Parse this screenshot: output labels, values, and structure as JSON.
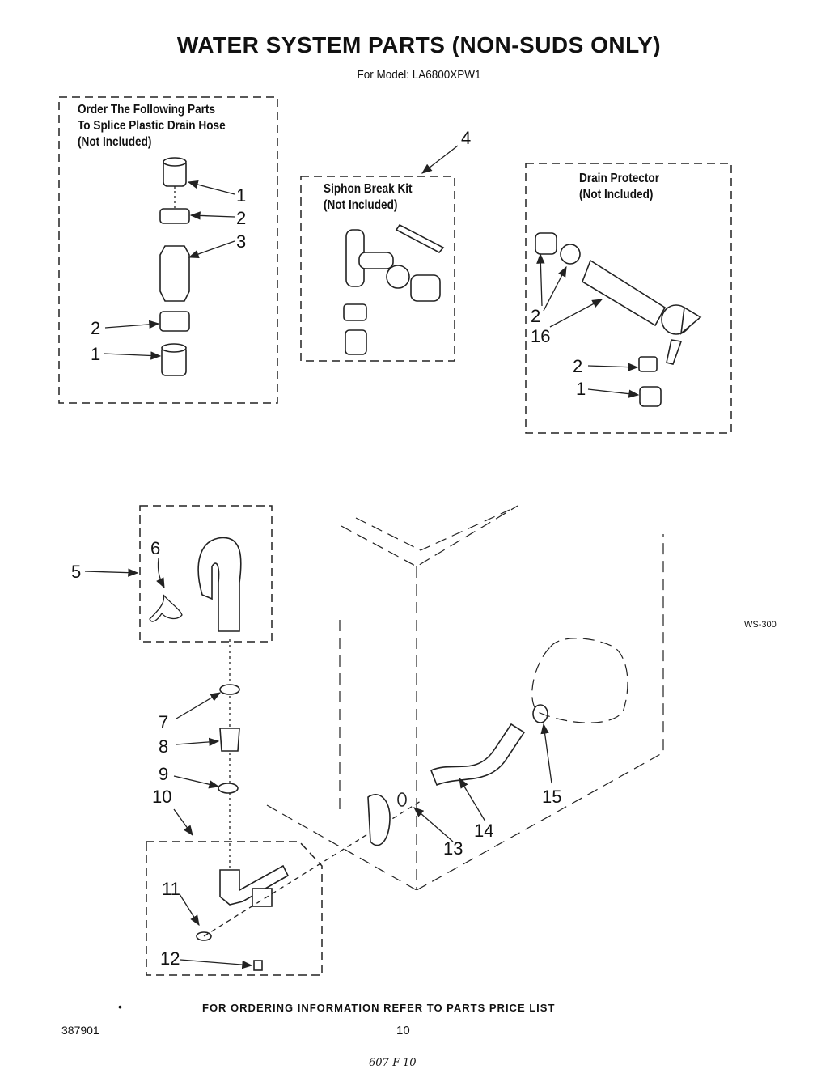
{
  "title": "WATER SYSTEM PARTS  (NON-SUDS ONLY)",
  "subtitle": "For Model: LA6800XPW1",
  "boxes": {
    "splice": [
      "Order The Following Parts",
      "To Splice Plastic Drain Hose",
      "(Not Included)"
    ],
    "siphon": [
      "Siphon Break Kit",
      "(Not Included)"
    ],
    "drain_protector": [
      "Drain Protector",
      "(Not Included)"
    ]
  },
  "callouts": {
    "c1a": "1",
    "c2a": "2",
    "c3": "3",
    "c2b": "2",
    "c1b": "1",
    "c4": "4",
    "c2c": "2",
    "c16": "16",
    "c2d": "2",
    "c1c": "1",
    "c5": "5",
    "c6": "6",
    "c7": "7",
    "c8": "8",
    "c9": "9",
    "c10": "10",
    "c11": "11",
    "c12": "12",
    "c13": "13",
    "c14": "14",
    "c15": "15"
  },
  "diagram_code": "WS-300",
  "bullet": "•",
  "footer": "FOR ORDERING INFORMATION REFER TO PARTS PRICE LIST",
  "part_number": "387901",
  "page_number": "10",
  "handwritten_note": "607-F-10"
}
